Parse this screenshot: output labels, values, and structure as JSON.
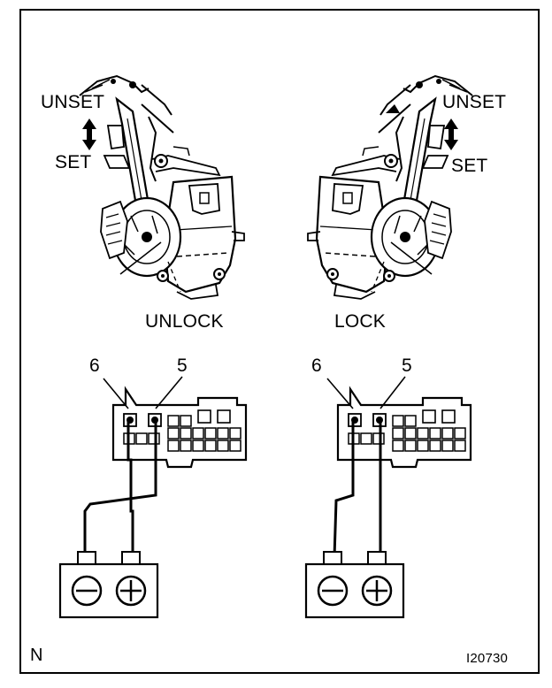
{
  "figure": {
    "left_panel": {
      "unset_label": "UNSET",
      "set_label": "SET",
      "state_label": "UNLOCK",
      "pin_left": "6",
      "pin_right": "5"
    },
    "right_panel": {
      "unset_label": "UNSET",
      "set_label": "SET",
      "state_label": "LOCK",
      "pin_left": "6",
      "pin_right": "5"
    },
    "corner_mark": "N",
    "figure_id": "I20730"
  }
}
